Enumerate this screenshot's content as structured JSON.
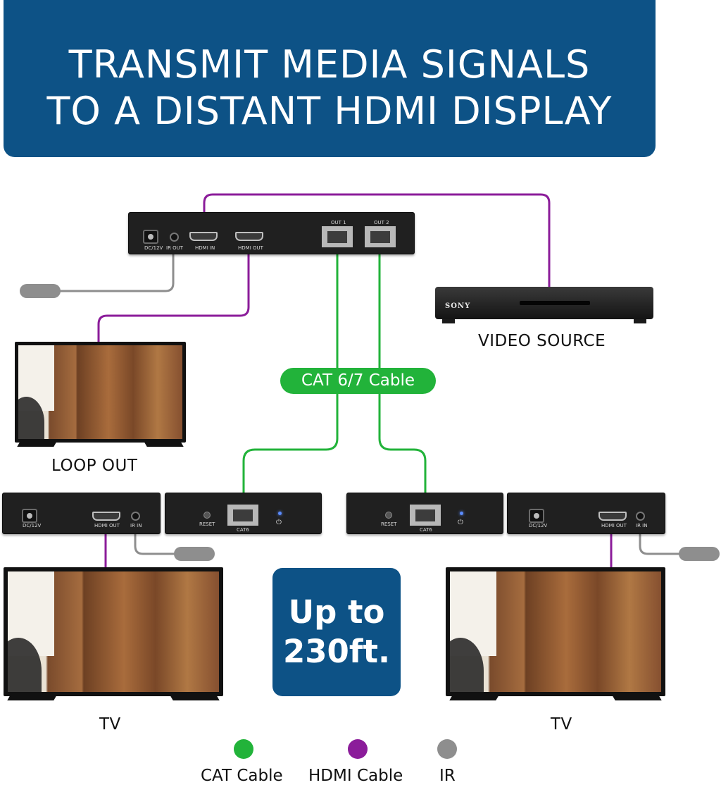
{
  "title": {
    "line1": "TRANSMIT MEDIA SIGNALS",
    "line2": "TO A DISTANT HDMI DISPLAY"
  },
  "colors": {
    "banner": "#0d5286",
    "cat": "#22b33a",
    "hdmi": "#8b1c9a",
    "ir": "#8e8e8e"
  },
  "transmitter": {
    "ports": {
      "dc": "DC/12V",
      "ir_out": "IR OUT",
      "hdmi_in": "HDMI IN",
      "hdmi_out": "HDMI OUT",
      "out1": "OUT 1",
      "out2": "OUT 2"
    }
  },
  "dvd_player": {
    "brand": "SONY",
    "label": "VIDEO SOURCE"
  },
  "loop_out": {
    "label": "LOOP OUT"
  },
  "cat_cable_label": "CAT 6/7 Cable",
  "receivers": [
    {
      "reset": "RESET",
      "cat6": "CAT6"
    },
    {
      "reset": "RESET",
      "cat6": "CAT6"
    }
  ],
  "receiver_outputs": [
    {
      "dc": "DC/12V",
      "hdmi_out": "HDMI OUT",
      "ir_in": "IR IN"
    },
    {
      "dc": "DC/12V",
      "hdmi_out": "HDMI OUT",
      "ir_in": "IR IN"
    }
  ],
  "range": {
    "line1": "Up to",
    "line2": "230ft."
  },
  "tvs": [
    {
      "label": "TV"
    },
    {
      "label": "TV"
    }
  ],
  "legend": [
    {
      "label": "CAT Cable",
      "color": "#22b33a"
    },
    {
      "label": "HDMI Cable",
      "color": "#8b1c9a"
    },
    {
      "label": "IR",
      "color": "#8e8e8e"
    }
  ]
}
